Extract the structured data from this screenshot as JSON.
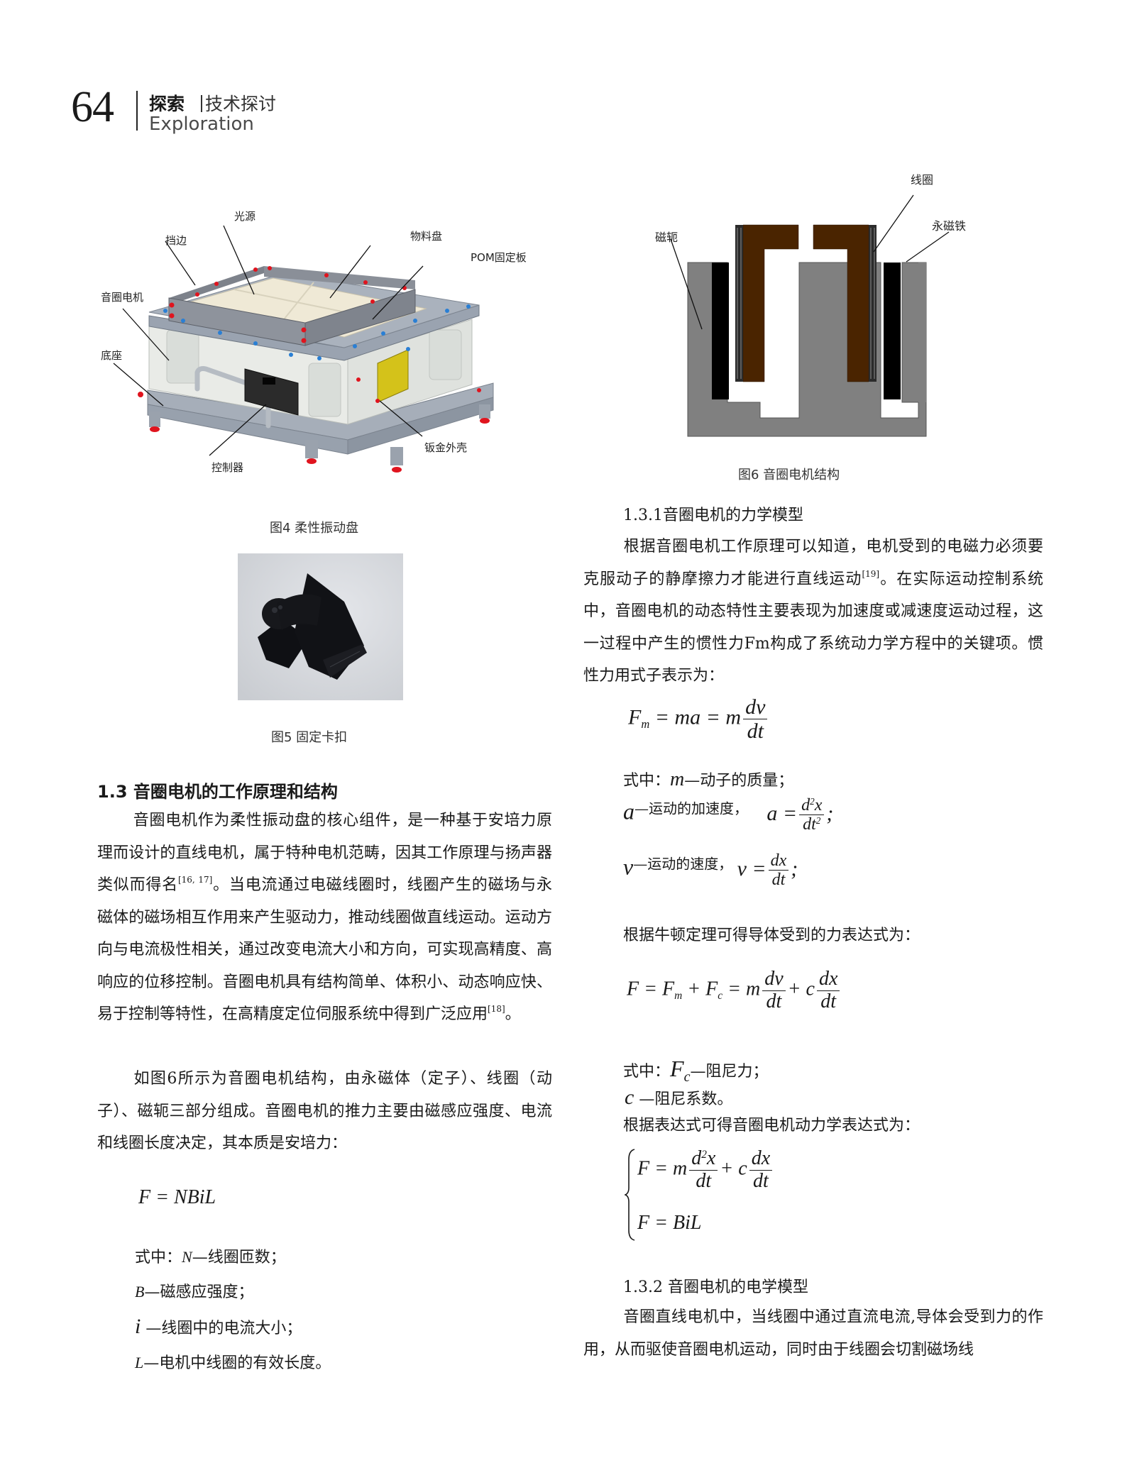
{
  "header": {
    "page_number": "64",
    "section": "探索",
    "subsection": "技术探讨",
    "section_en": "Exploration"
  },
  "figure4": {
    "caption": "图4 柔性振动盘",
    "labels": {
      "light_source": "光源",
      "side_guard": "挡边",
      "material_tray": "物料盘",
      "pom_plate": "POM固定板",
      "voice_coil_motor": "音圈电机",
      "base": "底座",
      "sheet_metal_shell": "钣金外壳",
      "controller": "控制器"
    },
    "colors": {
      "frame": "#8e939c",
      "tray": "#efe9d6",
      "body": "#e9ebe7",
      "base": "#a6aeb9",
      "bolt_red": "#e0141e",
      "bolt_blue": "#2a7fd4",
      "plate_yellow": "#d4c21a",
      "panel": "#2b2b2b"
    }
  },
  "figure5": {
    "caption": "图5 固定卡扣",
    "colors": {
      "background": "#d7dade",
      "object": "#0f1014"
    }
  },
  "figure6": {
    "caption": "图6 音圈电机结构",
    "labels": {
      "coil": "线圈",
      "yoke": "磁轭",
      "magnet": "永磁铁"
    },
    "colors": {
      "yoke": "#808080",
      "magnet": "#000000",
      "coil_former": "#4a2400",
      "winding": "#2b2b2b"
    }
  },
  "left": {
    "heading": "1.3 音圈电机的工作原理和结构",
    "para1": {
      "a": "音圈电机作为柔性振动盘的核心组件，是一种基于安培力原理而设计的直线电机，属于特种电机范畴，因其工作原理与扬声器类似而得名",
      "ref1": "[16, 17]",
      "b": "。当电流通过电磁线圈时，线圈产生的磁场与永磁体的磁场相互作用来产生驱动力，推动线圈做直线运动。运动方向与电流极性相关，通过改变电流大小和方向，可实现高精度、高响应的位移控制。音圈电机具有结构简单、体积小、动态响应快、易于控制等特性，在高精度定位伺服系统中得到广泛应用",
      "ref2": "[18]",
      "c": "。"
    },
    "para2": "如图6所示为音圈电机结构，由永磁体（定子）、线圈（动子）、磁轭三部分组成。音圈电机的推力主要由磁感应强度、电流和线圈长度决定，其本质是安培力：",
    "formula": "F = NBiL",
    "where_prefix": "式中：",
    "defs": [
      {
        "sym": "N",
        "text": "—线圈匝数；"
      },
      {
        "sym": "B",
        "text": "—磁感应强度；"
      },
      {
        "sym": "i",
        "text": " —线圈中的电流大小；"
      },
      {
        "sym": "L",
        "text": "—电机中线圈的有效长度。"
      }
    ]
  },
  "right": {
    "heading1": "1.3.1音圈电机的力学模型",
    "para1": {
      "a": "根据音圈电机工作原理可以知道，电机受到的电磁力必须要克服动子的静摩擦力才能进行直线运动",
      "ref": "[19]",
      "b": "。在实际运动控制系统中，音圈电机的动态特性主要表现为加速度或减速度运动过程，这一过程中产生的惯性力Fm构成了系统动力学方程中的关键项。惯性力用式子表示为："
    },
    "eq1": {
      "lhs": "F",
      "lhs_sub": "m",
      "mid": "= ma = m",
      "num": "dv",
      "den": "dt"
    },
    "where_prefix": "式中：",
    "def_m": {
      "sym": "m",
      "text": "—动子的质量；"
    },
    "def_a": {
      "sym": "a",
      "text": "—运动的加速度，",
      "eq_lhs": "a =",
      "num": "d",
      "num_sup": "2",
      "num_tail": "x",
      "den": "dt",
      "den_sup": "2",
      "tail": ";"
    },
    "def_v": {
      "sym": "v",
      "text": "—运动的速度，",
      "eq_lhs": "v =",
      "num": "dx",
      "den": "dt",
      "tail": ";"
    },
    "newton_text": "根据牛顿定理可得导体受到的力表达式为：",
    "eq2": {
      "a": "F = F",
      "sub_m": "m",
      "b": " + F",
      "sub_c": "c",
      "c": " = m",
      "num1": "dv",
      "den1": "dt",
      "d": "+ c",
      "num2": "dx",
      "den2": "dt"
    },
    "def_fc": {
      "sym": "F",
      "sym_sub": "c",
      "text": "—阻尼力；"
    },
    "def_c": {
      "sym": "c",
      "text": " —阻尼系数。"
    },
    "dyn_text": "根据表达式可得音圈电机动力学表达式为：",
    "system": {
      "line1": {
        "a": "F = m",
        "num": "d",
        "num_sup": "2",
        "num_tail": "x",
        "den": "dt",
        "b": "+ c",
        "num2": "dx",
        "den2": "dt"
      },
      "line2": "F = BiL"
    },
    "heading2": "1.3.2 音圈电机的电学模型",
    "para2": "音圈直线电机中，当线圈中通过直流电流,导体会受到力的作用，从而驱使音圈电机运动，同时由于线圈会切割磁场线"
  }
}
